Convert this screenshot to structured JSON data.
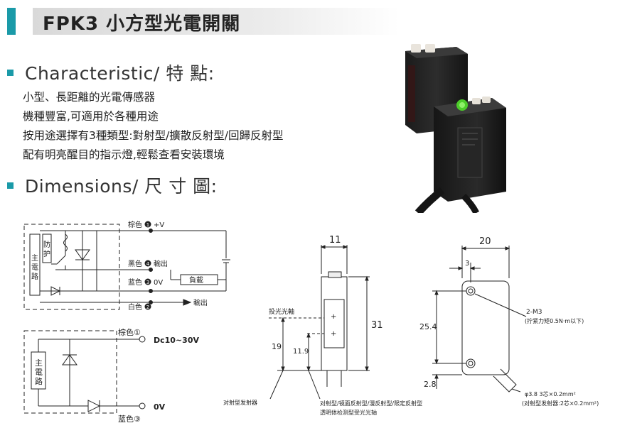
{
  "title": "FPK3 小方型光電開關",
  "sections": {
    "characteristic": "Characteristic/ 特 點:",
    "dimensions": "Dimensions/ 尺 寸 圖:"
  },
  "features": [
    "小型、長距離的光電傳感器",
    "機種豐富,可適用於各種用途",
    "按用途選擇有3種類型:對射型/擴散反射型/回歸反射型",
    "配有明亮醒目的指示燈,輕鬆查看安裝環境"
  ],
  "circuit1": {
    "main_circuit": [
      "主",
      "電",
      "路"
    ],
    "protect": [
      "防",
      "护"
    ],
    "brown": "棕色",
    "brown_pin": "+V",
    "black": "黑色",
    "black_pin": "輸出",
    "blue": "蓝色",
    "blue_pin": "0V",
    "white": "白色",
    "white_pin": "輸出",
    "load": "負載",
    "num1": "1",
    "num2": "2",
    "num3": "3",
    "num4": "4"
  },
  "circuit2": {
    "main_circuit": [
      "主",
      "電",
      "路"
    ],
    "brown": "棕色①",
    "blue": "蓝色③",
    "supply": "Dc10~30V",
    "zero": "0V"
  },
  "front_view": {
    "width": "11",
    "height": "31",
    "emit_axis": "投光光軸",
    "dim19": "19",
    "dim11_9": "11.9",
    "plus": "+",
    "label_emitter": "对射型发射器",
    "label_receiver_1": "对射型/镜面反射型/漫反射型/限定反射型",
    "label_receiver_2": "透明体检测型受光光轴"
  },
  "side_view": {
    "width": "20",
    "dim3": "3",
    "dim25_4": "25.4",
    "dim2_8": "2.8",
    "m3": "2-M3",
    "torque": "(拧紧力矩0.5N·m以下)",
    "cable_1": "φ3.8 3芯×0.2mm²",
    "cable_2": "(对射型发射器:2芯×0.2mm²)"
  }
}
